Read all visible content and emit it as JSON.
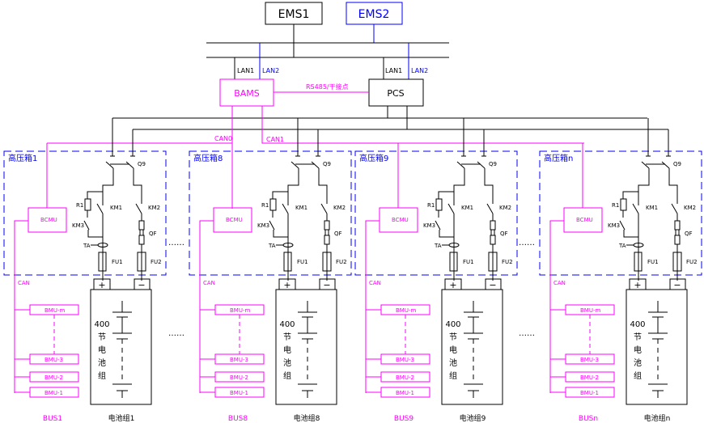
{
  "colors": {
    "black": "#000000",
    "blue": "#0000ff",
    "pink": "#ff00ff"
  },
  "top": {
    "ems1": "EMS1",
    "ems2": "EMS2",
    "lan1": "LAN1",
    "lan2": "LAN2",
    "bams": "BAMS",
    "pcs": "PCS",
    "rs485": "RS485/干接点",
    "can0": "CAN0",
    "can1": "CAN1",
    "ellipsis": "……"
  },
  "module_labels": {
    "q9": "Q9",
    "r1": "R1",
    "km1": "KM1",
    "km2": "KM2",
    "km3": "KM3",
    "ta": "TA",
    "qf": "QF",
    "fu1": "FU1",
    "fu2": "FU2",
    "bcmu": "BCMU",
    "can": "CAN",
    "plus": "+",
    "minus": "−",
    "cells": [
      "400",
      "节",
      "电",
      "池",
      "组"
    ],
    "bmus": [
      "BMU-m",
      "BMU-3",
      "BMU-2",
      "BMU-1"
    ]
  },
  "modules": [
    {
      "box": "高压箱1",
      "bus": "BUS1",
      "pack": "电池组1"
    },
    {
      "box": "高压箱8",
      "bus": "BUS8",
      "pack": "电池组8"
    },
    {
      "box": "高压箱9",
      "bus": "BUS9",
      "pack": "电池组9"
    },
    {
      "box": "高压箱n",
      "bus": "BUSn",
      "pack": "电池组n"
    }
  ]
}
